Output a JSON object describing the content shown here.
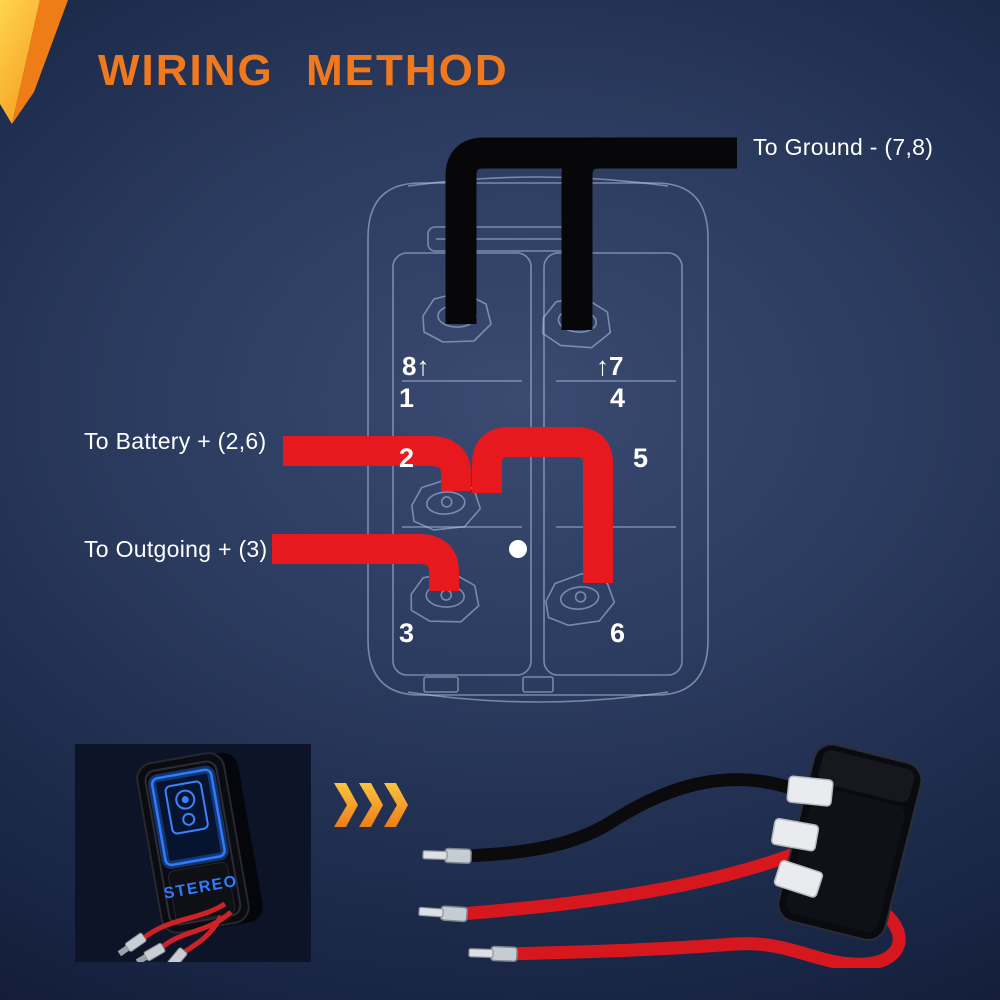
{
  "page": {
    "title": "WIRING METHOD"
  },
  "wiring": {
    "ground_label": "To Ground - (7,8)",
    "battery_label": "To Battery + (2,6)",
    "outgoing_label": "To Outgoing + (3)",
    "marker_8": "8↑",
    "marker_7": "↑7",
    "terminal_1": "1",
    "terminal_2": "2",
    "terminal_3": "3",
    "terminal_4": "4",
    "terminal_5": "5",
    "terminal_6": "6"
  },
  "product_photos": {
    "switch_face_label": "STEREO"
  },
  "icons": {
    "corner_ribbon": "corner-ribbon",
    "forward_chevrons": "chevron-right-x3"
  },
  "colors": {
    "accent_orange": "#f0791d",
    "wire_red": "#e7191f",
    "wire_black": "#07070a",
    "blueprint_line": "#bcd0ec",
    "switch_glow_blue": "#2f7bff",
    "label_white": "#ffffff",
    "background_center": "#2c3c60",
    "background_edge": "#0d1630"
  }
}
